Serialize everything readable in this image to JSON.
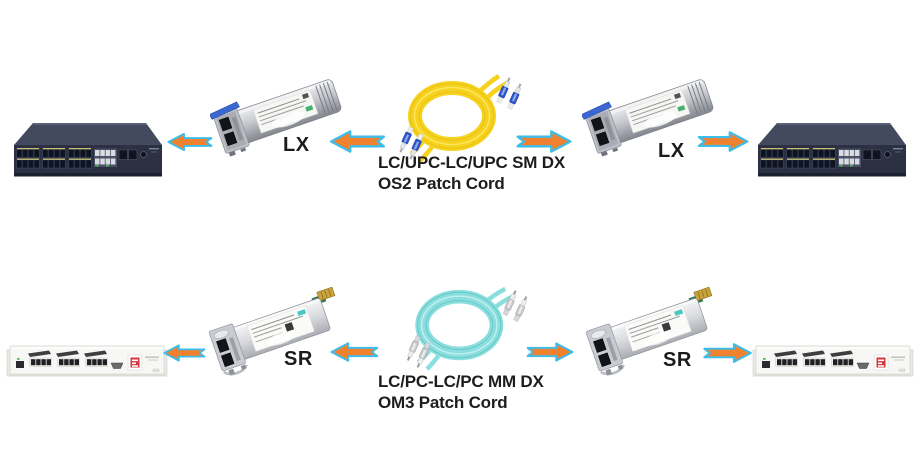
{
  "diagram_type": "fiber-transceiver-cabling-diagram",
  "rows": [
    {
      "id": "singlemode-link",
      "left_device_icon": "dark-ethernet-switch",
      "right_device_icon": "dark-ethernet-switch",
      "left_transceiver_icon": "sfp-lx-transceiver",
      "right_transceiver_icon": "sfp-lx-transceiver",
      "left_transceiver_label": "LX",
      "right_transceiver_label": "LX",
      "patch_cord": {
        "icon": "singlemode-patch-cord-coil",
        "line1": "LC/UPC-LC/UPC SM DX",
        "line2": "OS2 Patch Cord",
        "cable_color": "#F6D21F",
        "connector_color": "#2B55CF"
      }
    },
    {
      "id": "multimode-link",
      "left_device_icon": "white-core-router",
      "right_device_icon": "white-core-router",
      "left_transceiver_icon": "sfp-sr-transceiver",
      "right_transceiver_icon": "sfp-sr-transceiver",
      "left_transceiver_label": "SR",
      "right_transceiver_label": "SR",
      "patch_cord": {
        "icon": "multimode-patch-cord-coil",
        "line1": "LC/PC-LC/PC MM DX",
        "line2": "OM3 Patch Cord",
        "cable_color": "#8BDEDE",
        "connector_color": "#C9CBCD"
      }
    }
  ],
  "colors": {
    "background": "#FFFFFF",
    "arrow_fill": "#F0812F",
    "arrow_outline": "#3EBDE9",
    "switch_top": "#434A5E",
    "switch_front": "#2B3143",
    "router_body": "#F7F7F5",
    "router_logo_red": "#D6363B",
    "sfp_bale_blue": "#3A67D2",
    "label_text": "#1B1B1B"
  }
}
